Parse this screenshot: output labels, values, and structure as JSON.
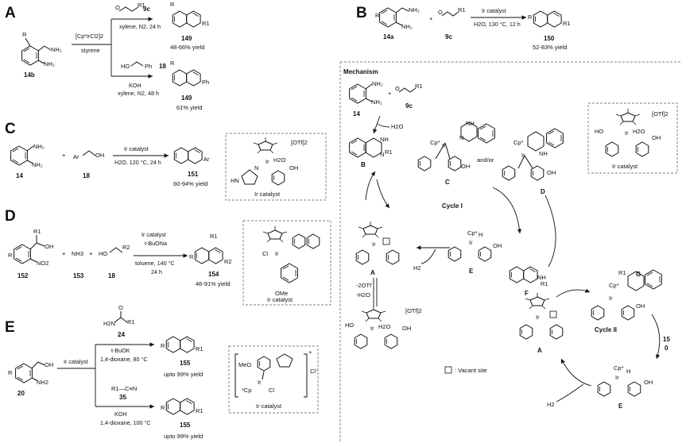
{
  "panels": {
    "A": {
      "label": "A",
      "reactant": "14b",
      "reactant_subst": "R",
      "catalyst_line1": "[Cp*IrCl2]2",
      "catalyst_line2": "styrene",
      "upper_reagent": "9c",
      "upper_cond": "xylene, N2, 24 h",
      "upper_product": "149",
      "upper_yield": "48-66% yield",
      "lower_reagent_prefix": "HO",
      "lower_reagent_ph": "Ph",
      "lower_reagent": "18",
      "lower_cond1": "KOH",
      "lower_cond2": "xylene, N2, 48 h",
      "lower_product": "149",
      "lower_yield": "61% yield",
      "r1": "R1",
      "ph": "Ph"
    },
    "B": {
      "label": "B",
      "reactant1": "14a",
      "reactant2": "9c",
      "plus": "+",
      "cond1": "Ir catalyst",
      "cond2": "H2O, 130 °C, 12 h",
      "product": "150",
      "yield": "52-83% yield",
      "mechanism_title": "Mechanism",
      "mech_start": "14",
      "mech_reagent": "9c",
      "water_loss": "H2O",
      "int_B": "B",
      "int_C": "C",
      "int_D": "D",
      "and_or": "and/or",
      "cycle1": "Cycle I",
      "cycle2": "Cycle II",
      "int_A": "A",
      "int_E": "E",
      "int_F": "F",
      "int_G": "G",
      "h2": "H2",
      "h2_b": "H2",
      "minus_otf": "-2OTf",
      "minus_h2o": "-H2O",
      "otf2": "[OTf]2",
      "otf2_box": "[OTf]2",
      "cat_box_label": "Ir catalyst",
      "vacant_label": ": Vacant site",
      "product_15": "15",
      "product_0": "0",
      "cp": "Cp*",
      "ir": "Ir",
      "h2o_lig": "H2O",
      "ho": "HO",
      "oh": "OH",
      "h": "H"
    },
    "C": {
      "label": "C",
      "reactant1": "14",
      "reactant2": "18",
      "ar_oh_ar": "Ar",
      "ar_oh_oh": "OH",
      "plus": "+",
      "cond1": "Ir catalyst",
      "cond2": "H2O, 120 °C, 24 h",
      "product": "151",
      "product_ar": "Ar",
      "yield": "60-94% yield",
      "otf2": "[OTf]2",
      "cat_label": "Ir catalyst",
      "hn": "HN",
      "n": "N",
      "ir": "Ir",
      "h2o_lig": "H2O",
      "oh": "OH"
    },
    "D": {
      "label": "D",
      "reactant1": "152",
      "reactant1_r1": "R1",
      "reactant1_oh": "OH",
      "reactant1_no2": "NO2",
      "reactant2": "153",
      "reactant2_text": "NH3",
      "reactant3": "18",
      "reactant3_r2": "R2",
      "reactant3_ho": "HO",
      "plus": "+",
      "cond1": "Ir catalyst",
      "cond2": "t-BuONa",
      "cond3": "toluene, 140 °C",
      "cond4": "24 h",
      "product": "154",
      "product_r1": "R1",
      "product_r2": "R2",
      "yield": "46-91% yield",
      "cat_label": "Ir catalyst",
      "ome": "OMe",
      "cl": "Cl",
      "ir": "Ir"
    },
    "E": {
      "label": "E",
      "reactant": "20",
      "reactant_oh": "OH",
      "reactant_nh2": "NH2",
      "catalyst": "Ir catalyst",
      "upper_reagent": "24",
      "upper_reagent_h2n": "H2N",
      "upper_reagent_r1": "R1",
      "upper_cond1": "t-BuOK",
      "upper_cond2": "1,4-dioxane, 80 °C",
      "upper_product": "155",
      "upper_yield": "upto 99% yield",
      "lower_reagent": "35",
      "lower_reagent_text": "R1—C≡N",
      "lower_cond1": "KOH",
      "lower_cond2": "1,4-dioxane, 100 °C",
      "lower_product": "155",
      "lower_yield": "upto 99% yield",
      "cat_label": "Ir catalyst",
      "meo": "MeO",
      "cp": "*Cp",
      "ir": "Ir",
      "cl": "Cl",
      "cl_minus": "Cl⁻",
      "plus_charge": "+",
      "r1": "R1",
      "r": "R"
    }
  }
}
